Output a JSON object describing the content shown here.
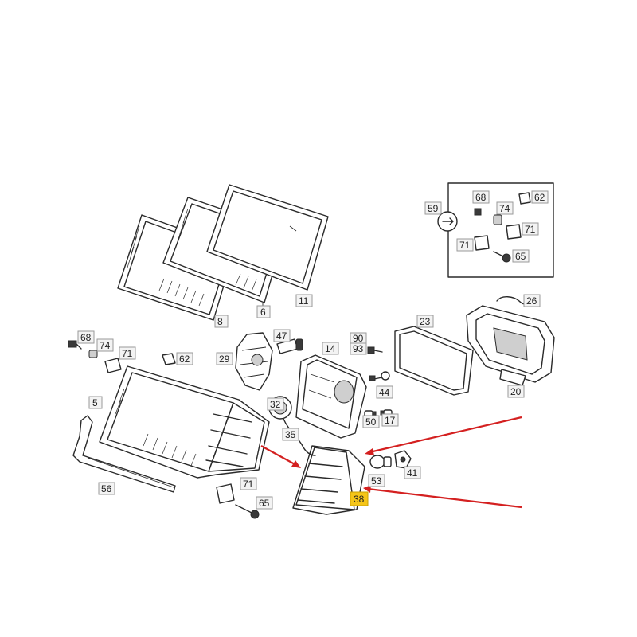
{
  "labels": {
    "p5": "5",
    "p6": "6",
    "p8": "8",
    "p11": "11",
    "p14": "14",
    "p17": "17",
    "p20": "20",
    "p23": "23",
    "p26": "26",
    "p29": "29",
    "p32": "32",
    "p35": "35",
    "p38": "38",
    "p41": "41",
    "p44": "44",
    "p47": "47",
    "p50": "50",
    "p53": "53",
    "p56": "56",
    "p59": "59",
    "p62a": "62",
    "p62b": "62",
    "p65a": "65",
    "p65b": "65",
    "p68a": "68",
    "p68b": "68",
    "p71a": "71",
    "p71b": "71",
    "p71c": "71",
    "p71d": "71",
    "p74a": "74",
    "p74b": "74",
    "p90": "90",
    "p93": "93"
  },
  "highlight": {
    "part": "38",
    "color": "#f5c518"
  },
  "arrow_color": "#d42020"
}
